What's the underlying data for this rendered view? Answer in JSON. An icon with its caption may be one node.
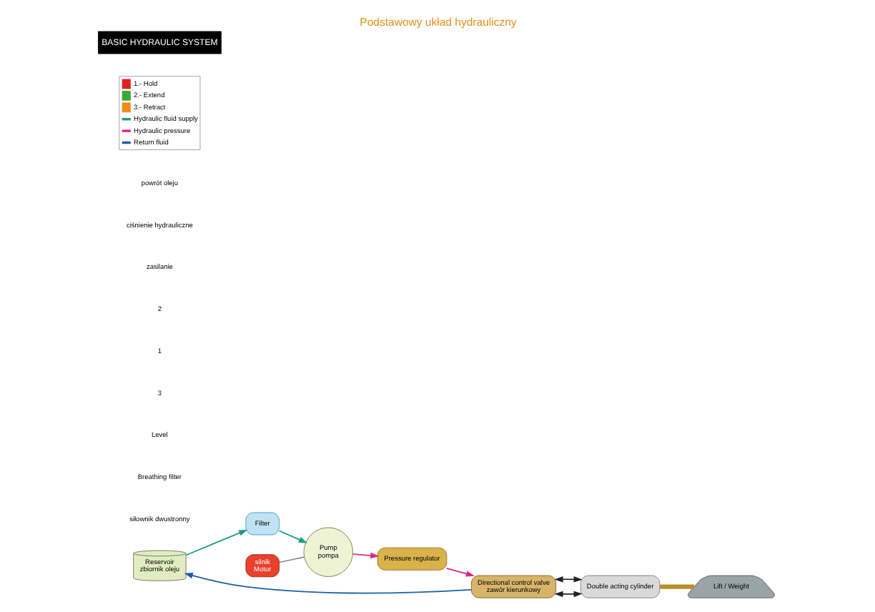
{
  "diagram": {
    "title": "Podstawowy układ hydrauliczny",
    "caption": "BASIC HYDRAULIC SYSTEM",
    "nodes": [
      {
        "text": [
          "Reservoir",
          "zbiornik oleju"
        ]
      },
      {
        "text": [
          "Filter"
        ]
      },
      {
        "text": [
          "Pump",
          "pompa"
        ]
      },
      {
        "text": [
          "silnik",
          "Motor"
        ]
      },
      {
        "text": [
          "Pressure regulator"
        ]
      },
      {
        "text": [
          "Directional control valve",
          "zawór kierunkowy"
        ]
      },
      {
        "text": [
          "Double acting cylinder"
        ]
      },
      {
        "text": [
          "Lift / Weight"
        ]
      }
    ],
    "edges": [
      {
        "from": 0,
        "to": 1,
        "arrow": "to",
        "color": "#1a9e7e"
      },
      {
        "from": 1,
        "to": 2,
        "arrow": "to",
        "color": "#1a9e7e"
      },
      {
        "from": 3,
        "to": 2,
        "arrow": "none",
        "color": "#8a8a8a"
      },
      {
        "from": 2,
        "to": 4,
        "arrow": "to",
        "color": "#d6287f"
      },
      {
        "from": 4,
        "to": 5,
        "arrow": "to",
        "color": "#d6287f"
      },
      {
        "from": 5,
        "to": 6,
        "arrow": "both",
        "color": "#222222"
      },
      {
        "from": 5,
        "to": 6,
        "arrow": "both",
        "color": "#222222"
      },
      {
        "from": 5,
        "to": 0,
        "arrow": "to",
        "color": "#1f5fa8"
      },
      {
        "from": 6,
        "to": 7,
        "arrow": "none",
        "color": "#b8902a",
        "style": "thick"
      }
    ],
    "labels": [
      "siłownik dwustronny",
      "Breathing filter",
      "Level",
      "3",
      "1",
      "2",
      "zasilanie",
      "ciśnienie hydrauliczne",
      "powrót oleju"
    ],
    "legend": [
      {
        "text": "1.- Hold",
        "color": "#e02020"
      },
      {
        "text": "2.- Extend",
        "color": "#3aaa35"
      },
      {
        "text": "3.- Retract",
        "color": "#f28a1c"
      },
      {
        "text": "Hydraulic fluid supply"
      },
      {
        "text": "Hydraulic pressure"
      },
      {
        "text": "Return fluid"
      }
    ]
  }
}
